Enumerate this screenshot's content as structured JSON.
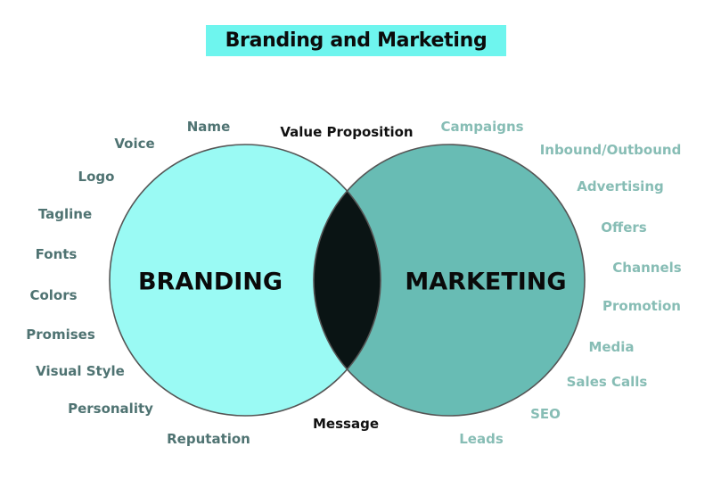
{
  "title": "Branding and Marketing",
  "colors": {
    "title_bg": "#6ef5ee",
    "branding_fill": "#9afaf4",
    "marketing_fill": "#68bcb4",
    "overlap_fill": "#0a1414",
    "outline": "#555555",
    "branding_label_color": "#4f7372",
    "marketing_label_color": "#87bdb5"
  },
  "circles": {
    "branding": "BRANDING",
    "marketing": "MARKETING"
  },
  "shared": {
    "top": "Value Proposition",
    "bottom": "Message"
  },
  "branding_items": [
    "Name",
    "Voice",
    "Logo",
    "Tagline",
    "Fonts",
    "Colors",
    "Promises",
    "Visual Style",
    "Personality",
    "Reputation"
  ],
  "marketing_items": [
    "Campaigns",
    "Inbound/Outbound",
    "Advertising",
    "Offers",
    "Channels",
    "Promotion",
    "Media",
    "Sales Calls",
    "SEO",
    "Leads"
  ]
}
